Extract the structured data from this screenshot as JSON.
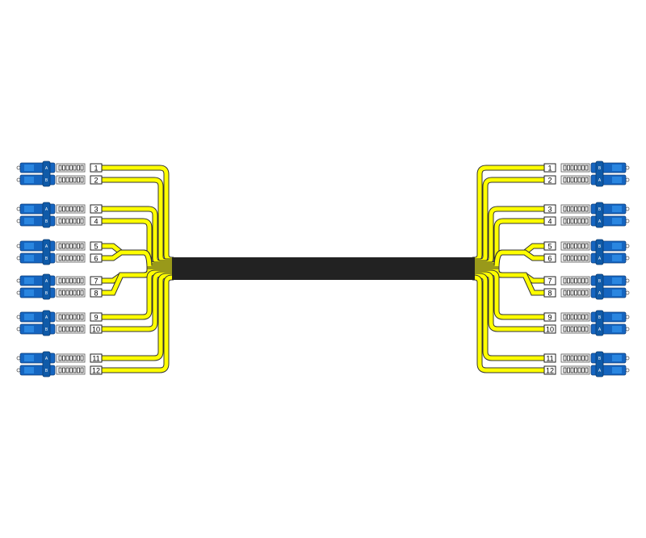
{
  "diagram": {
    "left_ports": [
      "1",
      "2",
      "3",
      "4",
      "5",
      "6",
      "7",
      "8",
      "9",
      "10",
      "11",
      "12"
    ],
    "right_ports": [
      "1",
      "2",
      "3",
      "4",
      "5",
      "6",
      "7",
      "8",
      "9",
      "10",
      "11",
      "12"
    ],
    "clip_labels": [
      "A",
      "B"
    ],
    "colors": {
      "fiber": "#ffff00",
      "fiber_outline": "#333333",
      "connector": "#1565c0",
      "trunk": "#222222",
      "boot": "#ffffff"
    }
  }
}
